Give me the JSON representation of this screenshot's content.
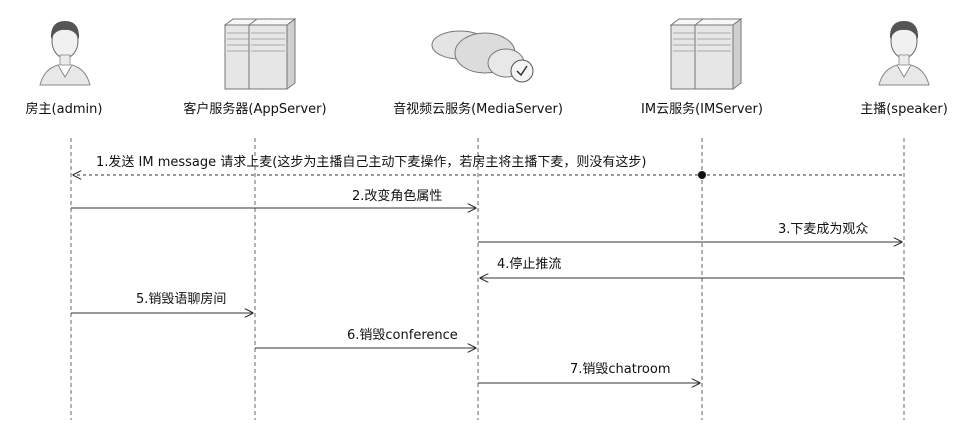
{
  "participants": [
    {
      "id": "admin",
      "label": "房主(admin)",
      "icon": "person-icon"
    },
    {
      "id": "app",
      "label": "客户服务器(AppServer)",
      "icon": "server-icon"
    },
    {
      "id": "media",
      "label": "音视频云服务(MediaServer)",
      "icon": "cloud-icon"
    },
    {
      "id": "im",
      "label": "IM云服务(IMServer)",
      "icon": "server-icon"
    },
    {
      "id": "speaker",
      "label": "主播(speaker)",
      "icon": "person-icon"
    }
  ],
  "messages": [
    {
      "label": "1.发送 IM message 请求上麦(这步为主播自己主动下麦操作，若房主将主播下麦，则没有这步)",
      "from": "speaker",
      "to": "admin",
      "style": "dashed"
    },
    {
      "label": "2.改变角色属性",
      "from": "admin",
      "to": "media",
      "style": "solid"
    },
    {
      "label": "3.下麦成为观众",
      "from": "media",
      "to": "speaker",
      "style": "solid"
    },
    {
      "label": "4.停止推流",
      "from": "speaker",
      "to": "media",
      "style": "solid"
    },
    {
      "label": "5.销毁语聊房间",
      "from": "admin",
      "to": "app",
      "style": "solid"
    },
    {
      "label": "6.销毁conference",
      "from": "app",
      "to": "media",
      "style": "solid"
    },
    {
      "label": "7.销毁chatroom",
      "from": "media",
      "to": "im",
      "style": "solid"
    }
  ],
  "colors": {
    "line": "#333333",
    "text": "#111111",
    "server_body": "#e6e6e6",
    "server_top": "#f7f7f7",
    "cloud": "#dcdcdc",
    "skin": "#f1f1f1",
    "hair": "#555555"
  }
}
